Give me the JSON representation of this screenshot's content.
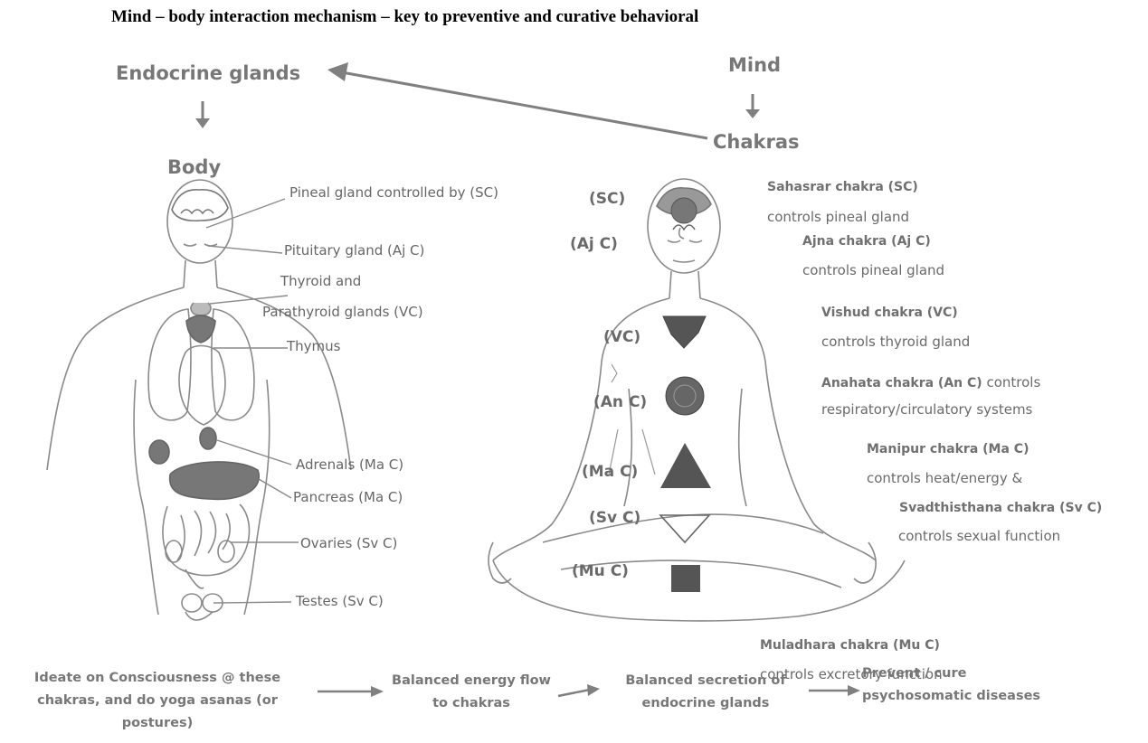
{
  "title": "Mind – body interaction mechanism – key to preventive and curative behavioral",
  "top": {
    "endocrine": "Endocrine glands",
    "mind": "Mind",
    "chakras": "Chakras",
    "body": "Body"
  },
  "body_labels": [
    "Pineal gland controlled by (SC)",
    "Pituitary gland (Aj C)",
    "Thyroid and",
    "Parathyroid glands (VC)",
    "Thymus",
    "Adrenals (Ma C)",
    "Pancreas (Ma C)",
    "Ovaries (Sv C)",
    "Testes (Sv C)"
  ],
  "chakra_markers": [
    "(SC)",
    "(Aj C)",
    "(VC)",
    "(An C)",
    "(Ma C)",
    "(Sv C)",
    "(Mu C)"
  ],
  "chakra_descriptions": {
    "sc_title": "Sahasrar chakra (SC)",
    "sc_desc": "controls pineal gland",
    "aj_title": "Ajna chakra (Aj C)",
    "aj_desc": "controls pineal gland",
    "vc_title": "Vishud chakra (VC)",
    "vc_desc": "controls thyroid gland",
    "an_title": "Anahata chakra (An C)",
    "an_tail": " controls",
    "an_desc": "respiratory/circulatory systems",
    "ma_title": "Manipur chakra (Ma C)",
    "ma_desc": "controls heat/energy &",
    "sv_title": "Svadthisthana chakra (Sv C)",
    "sv_desc": "controls sexual function",
    "mu_title": "Muladhara chakra (Mu C)",
    "mu_desc": "controls excretory function"
  },
  "flow": [
    "Ideate on Consciousness @ these chakras, and do yoga asanas (or postures)",
    "Balanced energy flow to chakras",
    "Balanced secretion of endocrine glands",
    "Prevent / cure psychosomatic diseases"
  ],
  "colors": {
    "text": "#777777",
    "line": "#888888",
    "chakra_fill": "#555555"
  }
}
